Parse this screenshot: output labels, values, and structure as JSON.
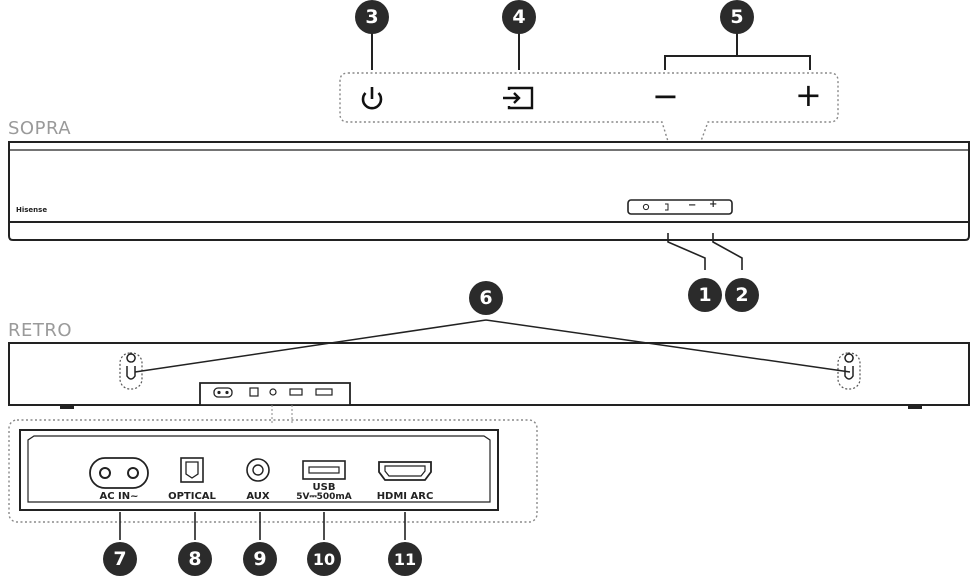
{
  "views": {
    "top_label": "SOPRA",
    "back_label": "RETRO"
  },
  "brand": "Hisense",
  "callouts": [
    "1",
    "2",
    "3",
    "4",
    "5",
    "6",
    "7",
    "8",
    "9",
    "10",
    "11"
  ],
  "top_buttons": {
    "power_icon": "power-icon",
    "input_icon": "input-source-icon",
    "minus_symbol": "−",
    "plus_symbol": "+"
  },
  "ports": {
    "ac_in": "AC IN~",
    "optical": "OPTICAL",
    "aux": "AUX",
    "usb_line1": "USB",
    "usb_line2": "5V⎓500mA",
    "hdmi_arc": "HDMI ARC"
  }
}
